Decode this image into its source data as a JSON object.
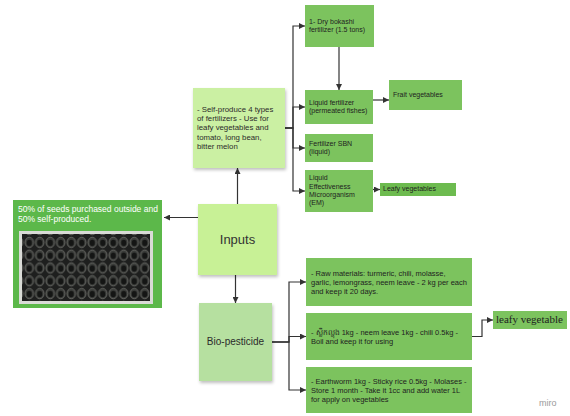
{
  "diagram": {
    "nodes": [
      {
        "text": [
          "50% of seeds purchased outside and 50% self-produced."
        ]
      },
      {
        "text": [
          "Inputs"
        ]
      },
      {
        "text": [
          "- Self-produce 4 types of fertilizers - Use for leafy vegetables and tomato, long bean, bitter melon"
        ]
      },
      {
        "text": [
          "1- Dry bokashi fertilizer (1.5 tons)"
        ]
      },
      {
        "text": [
          "Liquid fertilizer (permeated fishes)"
        ]
      },
      {
        "text": [
          "Frait vegetables"
        ]
      },
      {
        "text": [
          "Fertilizer SBN (liquid)"
        ]
      },
      {
        "text": [
          "Liquid Effectiveness Microorganism (EM)"
        ]
      },
      {
        "text": [
          "Leafy vegetables"
        ]
      },
      {
        "text": [
          "Bio-pesticide"
        ]
      },
      {
        "text": [
          "- Raw materials: turmeric, chili, molasse, garlic, lemongrass, neem leave - 2 kg per each and keep it 20 days."
        ]
      },
      {
        "text": [
          "- ស្លឹកល្ហុង 1kg - neem leave 1kg - chili 0.5kg - Boil and keep it for using"
        ]
      },
      {
        "text": [
          "leafy vegetable"
        ]
      },
      {
        "text": [
          "- Earthworm 1kg - Sticky rice 0.5kg - Molases - Store 1 month - Take it 1cc and add water 1L for apply on vegetables"
        ]
      }
    ],
    "edges": [
      {
        "from": 1,
        "to": 0,
        "arrow": "to"
      },
      {
        "from": 1,
        "to": 2,
        "arrow": "to"
      },
      {
        "from": 1,
        "to": 9,
        "arrow": "to"
      },
      {
        "from": 2,
        "to": 3,
        "arrow": "to"
      },
      {
        "from": 2,
        "to": 4,
        "arrow": "to"
      },
      {
        "from": 2,
        "to": 6,
        "arrow": "to"
      },
      {
        "from": 2,
        "to": 7,
        "arrow": "to"
      },
      {
        "from": 3,
        "to": 4,
        "arrow": "to"
      },
      {
        "from": 4,
        "to": 5,
        "arrow": "to"
      },
      {
        "from": 7,
        "to": 8,
        "arrow": "to"
      },
      {
        "from": 9,
        "to": 10,
        "arrow": "to"
      },
      {
        "from": 9,
        "to": 11,
        "arrow": "to"
      },
      {
        "from": 9,
        "to": 13,
        "arrow": "to"
      },
      {
        "from": 11,
        "to": 12,
        "arrow": "to"
      }
    ],
    "labels": [
      "miro"
    ]
  }
}
